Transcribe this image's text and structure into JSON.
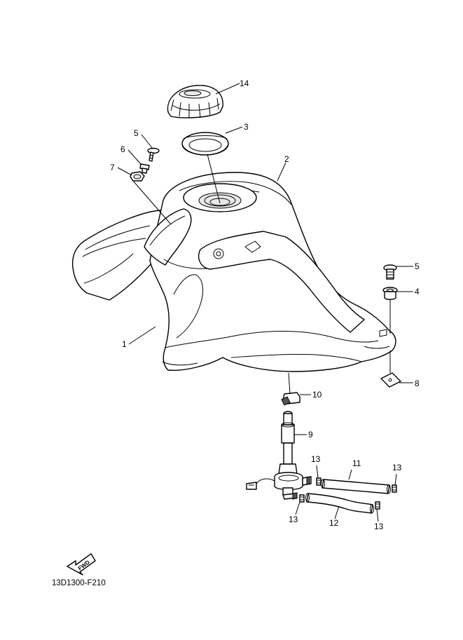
{
  "diagram": {
    "callouts": [
      "14",
      "3",
      "5",
      "6",
      "7",
      "2",
      "5",
      "4",
      "1",
      "8",
      "10",
      "9",
      "13",
      "11",
      "13",
      "13",
      "12",
      "13"
    ],
    "fwd_label": "FWD",
    "drawing_code": "13D1300-F210"
  }
}
